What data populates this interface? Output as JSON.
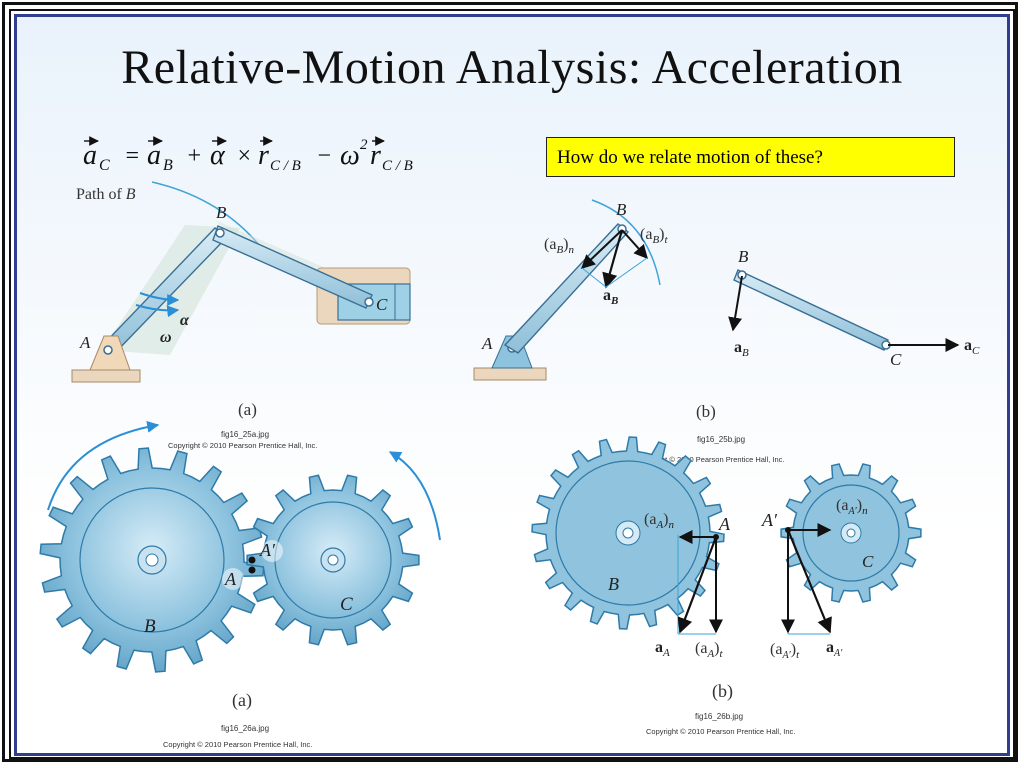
{
  "title": "Relative-Motion Analysis:  Acceleration",
  "question_box": "How do we relate motion of these?",
  "equation": {
    "a_c": "a",
    "a_c_sub": "C",
    "eq1": "=",
    "a_b": "a",
    "a_b_sub": "B",
    "plus": "+",
    "alpha": "α",
    "times": "×",
    "r1": "r",
    "r1_sub": "C / B",
    "minus": "−",
    "omega": "ω",
    "sq": "2",
    "r2": "r",
    "r2_sub": "C / B"
  },
  "fig25a": {
    "path_label": "Path of ",
    "path_b": "B",
    "b": "B",
    "c": "C",
    "a": "A",
    "alpha": "α",
    "omega": "ω",
    "caption": "(a)",
    "file": "fig16_25a.jpg",
    "copyright": "Copyright © 2010 Pearson Prentice Hall, Inc."
  },
  "fig25b": {
    "b1": "B",
    "a1": "A",
    "abn": "(a",
    "abn_sub": "B",
    "abn_end": ")",
    "abn_n": "n",
    "abt": "(a",
    "abt_sub": "B",
    "abt_end": ")",
    "abt_t": "t",
    "ab": "a",
    "ab_sub": "B",
    "b2": "B",
    "c2": "C",
    "ab2": "a",
    "ab2_sub": "B",
    "ac": "a",
    "ac_sub": "C",
    "caption": "(b)",
    "file": "fig16_25b.jpg",
    "copyright": "ht © 2010 Pearson Prentice Hall, Inc."
  },
  "fig26a": {
    "a_prime": "A′",
    "a": "A",
    "b": "B",
    "c": "C",
    "caption": "(a)",
    "file": "fig16_26a.jpg",
    "copyright": "Copyright © 2010 Pearson Prentice Hall, Inc."
  },
  "fig26b": {
    "a": "A",
    "b": "B",
    "aan": "(a",
    "aan_sub": "A",
    "aan_end": ")",
    "aan_n": "n",
    "aa": "a",
    "aa_sub": "A",
    "aat": "(a",
    "aat_sub": "A",
    "aat_end": ")",
    "aat_t": "t",
    "a_prime": "A′",
    "c": "C",
    "apn": "(a",
    "apn_sub": "A′",
    "apn_end": ")",
    "apn_n": "n",
    "apt": "(a",
    "apt_sub": "A′",
    "apt_end": ")",
    "apt_t": "t",
    "ap": "a",
    "ap_sub": "A′",
    "caption": "(b)",
    "file": "fig16_26b.jpg",
    "copyright": "Copyright © 2010 Pearson Prentice Hall, Inc."
  },
  "colors": {
    "link_fill": "#b5d7e8",
    "link_stroke": "#3a6f95",
    "gear_fill": "#84bddb",
    "gear_stroke": "#2e7aa8",
    "highlight": "#ffff00",
    "frame_blue": "#2f3e8f",
    "arrow_blue": "#2a8fd6"
  }
}
